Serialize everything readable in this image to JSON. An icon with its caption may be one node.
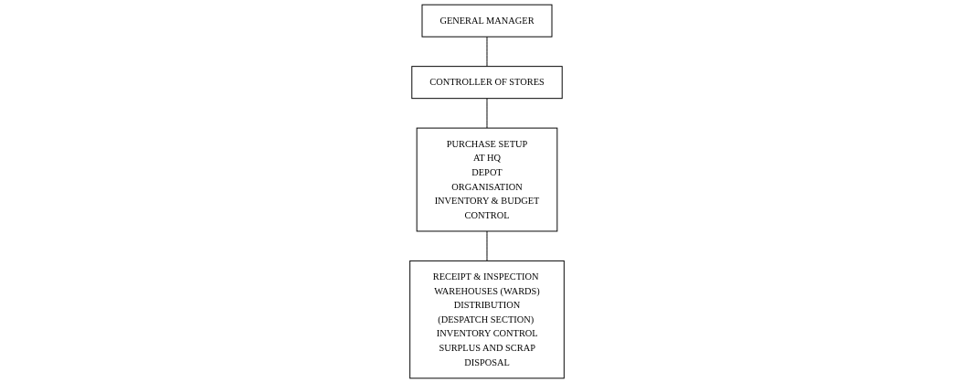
{
  "diagram": {
    "nodes": [
      {
        "text": [
          "GENERAL MANAGER"
        ]
      },
      {
        "text": [
          "CONTROLLER OF STORES"
        ]
      },
      {
        "text": [
          "PURCHASE SETUP",
          "AT HQ",
          "DEPOT",
          "ORGANISATION",
          "INVENTORY & BUDGET",
          "CONTROL"
        ]
      },
      {
        "text": [
          "RECEIPT & INSPECTION",
          "WAREHOUSES (WARDS)",
          "DISTRIBUTION (DESPATCH SECTION)",
          "INVENTORY CONTROL",
          "SURPLUS AND SCRAP DISPOSAL"
        ]
      }
    ],
    "edges": [
      {
        "from": 0,
        "to": 1,
        "arrow": "none"
      },
      {
        "from": 1,
        "to": 2,
        "arrow": "none"
      },
      {
        "from": 2,
        "to": 3,
        "arrow": "none"
      }
    ]
  }
}
